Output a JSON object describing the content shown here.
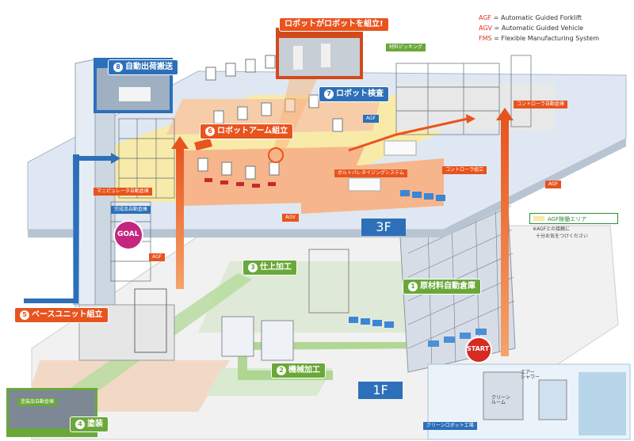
{
  "legend": {
    "agf": {
      "abbr": "AGF",
      "full": "Automatic Guided Forklift"
    },
    "agv": {
      "abbr": "AGV",
      "full": "Automatic Guided Vehicle"
    },
    "fms": {
      "abbr": "FMS",
      "full": "Flexible Manufacturing System"
    },
    "area_label": "AGF稼働エリア",
    "area_note_1": "※AGFとの接触に",
    "area_note_2": "十分お気をつけください"
  },
  "floors": {
    "top": "3F",
    "bottom": "1F"
  },
  "process_tags": {
    "step1": {
      "num": "1",
      "label": "原材料自動倉庫"
    },
    "step2": {
      "num": "2",
      "label": "機械加工"
    },
    "step3": {
      "num": "3",
      "label": "仕上加工"
    },
    "step4": {
      "num": "4",
      "label": "塗装"
    },
    "step5": {
      "num": "5",
      "label": "ベースユニット組立"
    },
    "step6": {
      "num": "6",
      "label": "ロボットアーム組立"
    },
    "step7": {
      "num": "7",
      "label": "ロボット検査"
    },
    "step8": {
      "num": "8",
      "label": "自動出荷搬送"
    }
  },
  "callouts": {
    "robot_assembly": "ロボットがロボットを組立!",
    "start": "START",
    "goal": "GOAL"
  },
  "area_labels": {
    "material_picking": "材料ピッキング",
    "controller_warehouse": "コントローラ自動倉庫",
    "controller_assembly": "コントローラ組立",
    "bolt_palletizing": "ボルトパレタイジングシステム",
    "manipulator_warehouse": "マニピュレータ自動倉庫",
    "finished_warehouse": "完成品自動倉庫",
    "painted_warehouse": "塗装品自動倉庫",
    "clean_robot_factory": "クリーンロボット工場",
    "clean_room": "クリーン\nルーム",
    "air_shower": "エアー\nシャワー",
    "agf_1": "AGF",
    "agf_2": "AGF",
    "agf_3": "AGF",
    "agv": "AGV"
  },
  "colors": {
    "accent_orange": "#e8541e",
    "accent_blue": "#2d6fb8",
    "accent_green": "#6aa83a",
    "legend_red": "#e03020",
    "floor_3f": "#dfe8f2",
    "floor_1f": "#f1f1f1",
    "agf_area": "#f8eaa8",
    "work_zone": "#f7b58c"
  }
}
